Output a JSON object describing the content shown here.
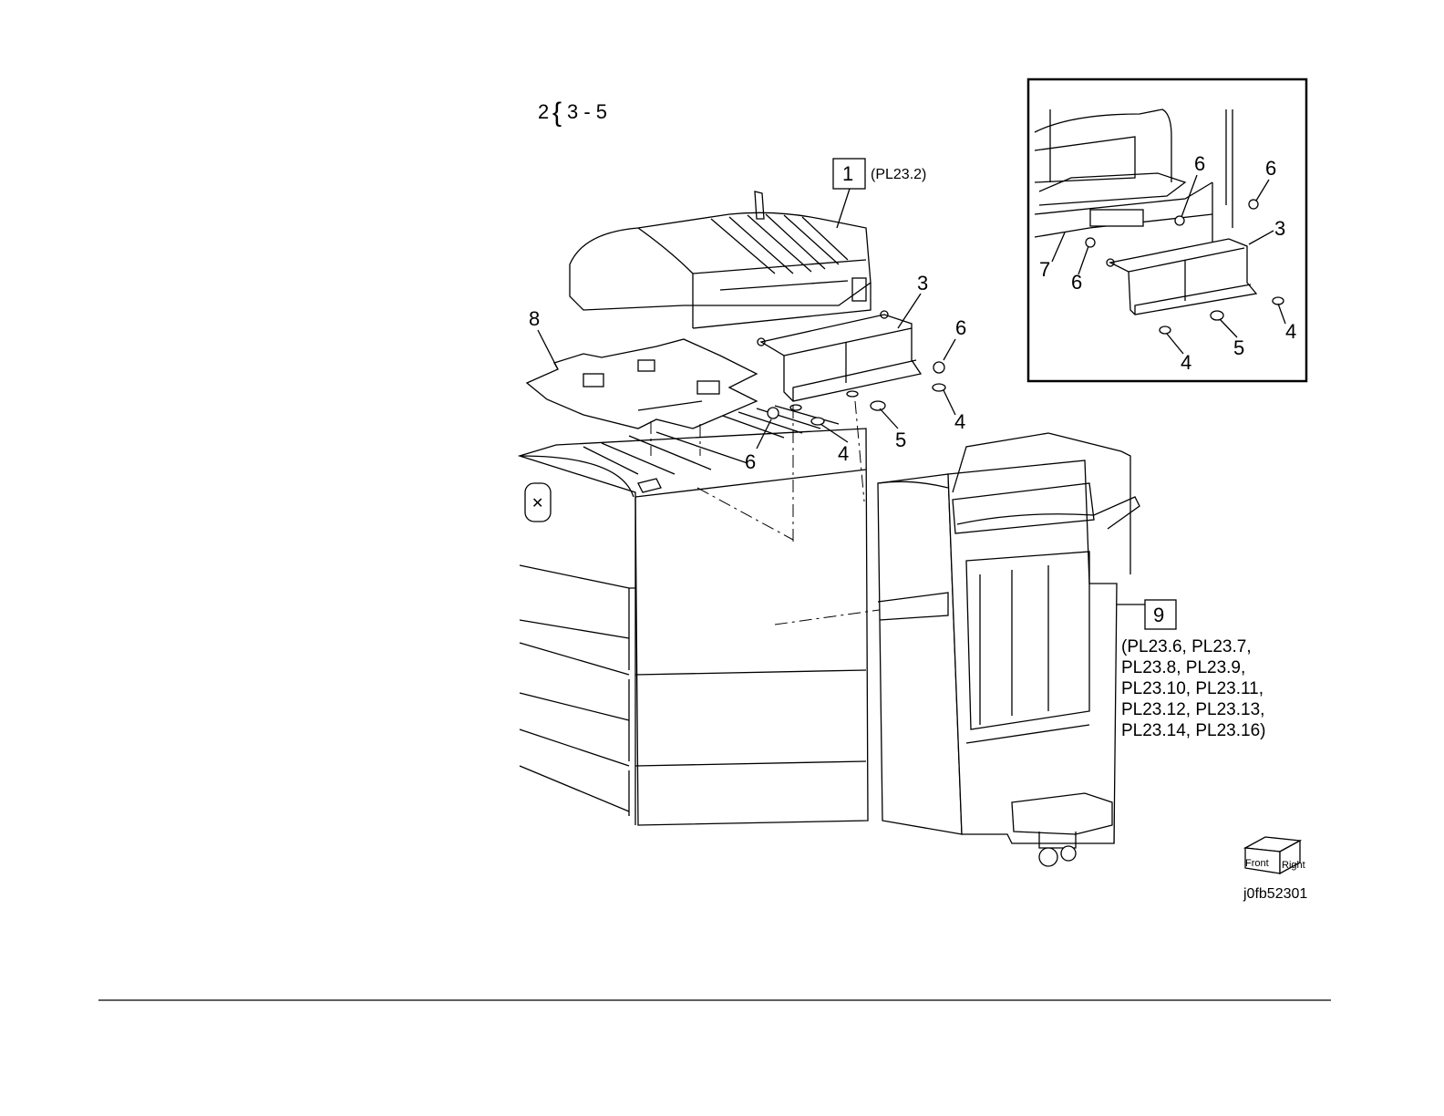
{
  "group_note": {
    "lead": "2",
    "range": "3 - 5"
  },
  "callouts": {
    "c1": "1",
    "c1_ref": "(PL23.2)",
    "c3": "3",
    "c4a": "4",
    "c4b": "4",
    "c5": "5",
    "c6a": "6",
    "c6b": "6",
    "c8": "8",
    "c9": "9"
  },
  "c9_refs": [
    "(PL23.6, PL23.7,",
    "PL23.8,  PL23.9,",
    "PL23.10, PL23.11,",
    "PL23.12, PL23.13,",
    "PL23.14, PL23.16)"
  ],
  "inset": {
    "c6a": "6",
    "c6b": "6",
    "c6c": "6",
    "c3": "3",
    "c7": "7",
    "c4a": "4",
    "c4b": "4",
    "c5": "5"
  },
  "orientation": {
    "front": "Front",
    "right": "Right"
  },
  "figure_id": "j0fb52301"
}
